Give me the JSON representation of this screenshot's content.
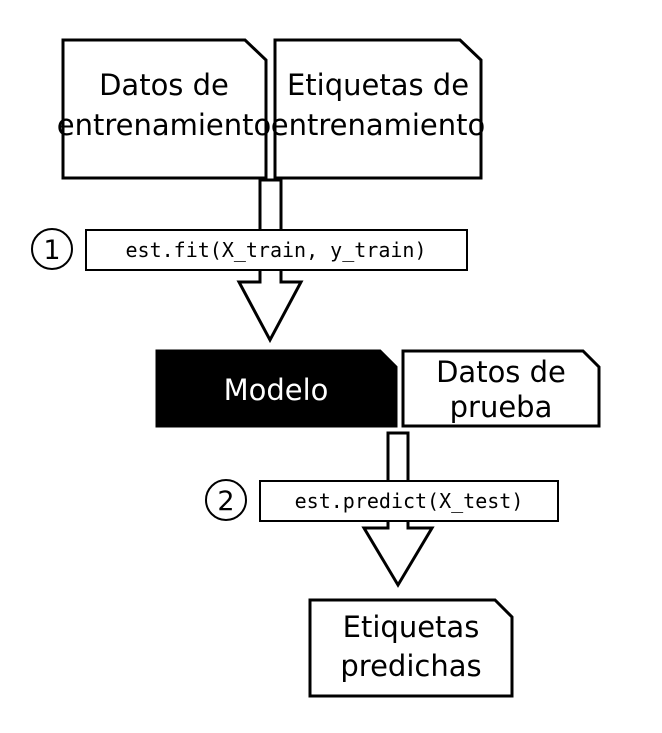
{
  "training_data": {
    "lines": [
      "Datos de",
      "entrenamiento"
    ]
  },
  "training_labels": {
    "lines": [
      "Etiquetas de",
      "entrenamiento"
    ]
  },
  "step1": {
    "number": "1",
    "code": "est.fit(X_train, y_train)"
  },
  "model": {
    "label": "Modelo"
  },
  "test_data": {
    "lines": [
      "Datos de",
      "prueba"
    ]
  },
  "step2": {
    "number": "2",
    "code": "est.predict(X_test)"
  },
  "predicted_labels": {
    "lines": [
      "Etiquetas",
      "predichas"
    ]
  },
  "colors": {
    "model_fill": "#000000",
    "stroke": "#000000",
    "background": "#ffffff"
  }
}
